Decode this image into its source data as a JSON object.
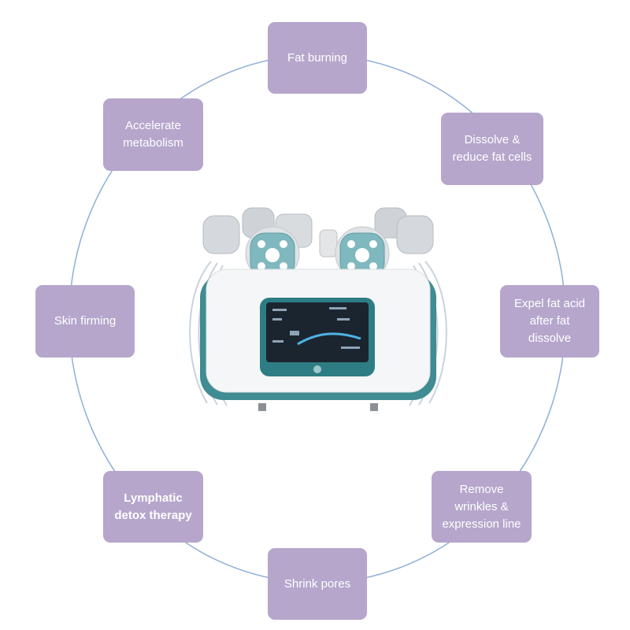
{
  "diagram": {
    "nodes": [
      {
        "id": "fat-burning",
        "label": "Fat burning"
      },
      {
        "id": "dissolve",
        "label": "Dissolve &\nreduce fat cells"
      },
      {
        "id": "expel",
        "label": "Expel fat acid\nafter fat\ndissolve"
      },
      {
        "id": "wrinkles",
        "label": "Remove\nwrinkles &\nexpression line"
      },
      {
        "id": "shrink-pores",
        "label": "Shrink pores"
      },
      {
        "id": "lymphatic",
        "label": "Lymphatic\ndetox therapy"
      },
      {
        "id": "skin-firming",
        "label": "Skin firming"
      },
      {
        "id": "metabolism",
        "label": "Accelerate\nmetabolism"
      }
    ],
    "colors": {
      "node_fill": "#b6a6cc",
      "node_text": "#ffffff",
      "ring": "#8fb0d6",
      "device_accent": "#3f8c92"
    },
    "center_image": "cavitation-rf-machine-icon"
  }
}
